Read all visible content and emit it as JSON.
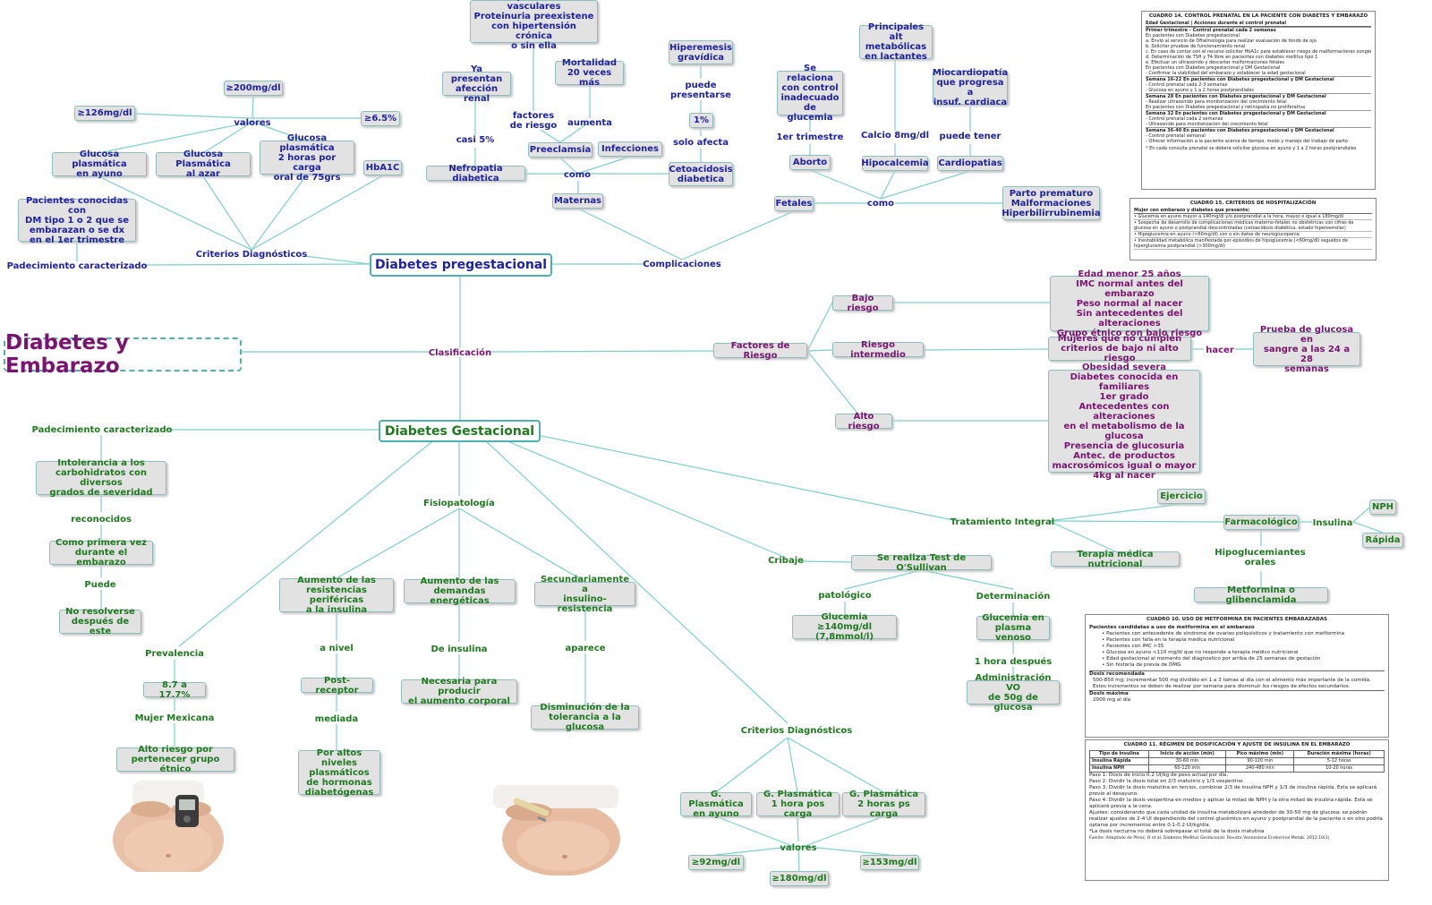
{
  "title": "Diabetes y Embarazo",
  "pre": {
    "title": "Diabetes pregestacional",
    "padecimiento": "Padecimiento caracterizado",
    "pacientes": "Pacientes conocidas con\nDM tipo 1 o 2 que se\nembarazan o se dx\nen el 1er trimestre",
    "criterios": "Criterios Diagnósticos",
    "glu_ayuno": "Glucosa plasmática\nen ayuno",
    "glu_azar": "Glucosa Plasmática\nal azar",
    "glu_2h": "Glucosa plasmática\n2 horas por carga\noral de 75grs",
    "hba1c": "HbA1C",
    "valores": "valores",
    "v126": "≥126mg/dl",
    "v200": "≥200mg/dl",
    "v65": "≥6.5%",
    "complicaciones": "Complicaciones",
    "maternas": "Maternas",
    "como1": "como",
    "nefropatia": "Nefropatia diabetica",
    "casi5": "casi 5%",
    "ya_presentan": "Ya presentan\nafección renal",
    "preeclampsia": "Preeclamsia",
    "factores": "factores\nde riesgo",
    "comp_vasc": "Complicaciones vasculares\nProteinuria preexistene\ncon hipertensión crónica\no sin ella",
    "aumenta": "aumenta",
    "mortalidad": "Mortalidad\n20 veces más",
    "infecciones": "Infecciones",
    "cetoacidosis": "Cetoacidosis\ndiabetica",
    "solo_afecta": "solo afecta",
    "uno_pct": "1%",
    "puede_presentarse": "puede\npresentarse",
    "hiperemesis": "Hiperemesis\ngravídica",
    "fetales": "Fetales",
    "como2": "como",
    "aborto": "Aborto",
    "trimestre1": "1er trimestre",
    "se_relaciona": "Se relaciona\ncon control\ninadecuado\nde glucemia",
    "hipocalcemia": "Hipocalcemia",
    "calcio": "Calcio 8mg/dl",
    "principales": "Principales alt\nmetabólicas\nen lactantes",
    "cardiopatias": "Cardiopatias",
    "puede_tener": "puede tener",
    "miocardiopatia": "Miocardiopatía\nque progresa a\ninsuf. cardiaca",
    "parto": "Parto prematuro\nMalformaciones\nHiperbilirrubinemia"
  },
  "clas": {
    "clasificacion": "Clasificación",
    "factores_riesgo": "Factores de Riesgo",
    "bajo": "Bajo riesgo",
    "bajo_desc": "Edad menor 25 años\nIMC normal antes del embarazo\nPeso normal al nacer\nSin antecedentes del alteraciones\nGrupo étnico con bajo riesgo",
    "intermedio": "Riesgo intermedio",
    "intermedio_desc": "Mujeres que no cumplen\ncriterios de bajo ni alto riesgo",
    "hacer": "hacer",
    "prueba": "Prueba de glucosa en\nsangre a las 24 a 28\nsemanas",
    "alto": "Alto riesgo",
    "alto_desc": "Obesidad severa\nDiabetes conocida en familiares\n1er grado\nAntecedentes con alteraciones\nen el metabolismo de la\nglucosa\nPresencia de glucosuria\nAntec. de productos\nmacrosómicos igual o mayor\n4kg al nacer"
  },
  "ges": {
    "title": "Diabetes Gestacional",
    "padecimiento": "Padecimiento caracterizado",
    "intolerancia": "Intolerancia a los\ncarbohidratos con diversos\ngrados de severidad",
    "reconocidos": "reconocidos",
    "primera_vez": "Como primera vez\ndurante el embarazo",
    "puede": "Puede",
    "no_resolverse": "No resolverse\ndespués de este",
    "prevalencia": "Prevalencia",
    "prev_val": "8.7 a 17.7%",
    "mujer_mex": "Mujer Mexicana",
    "alto_riesgo_etnico": "Alto riesgo por\npertenecer grupo étnico",
    "fisiopatologia": "Fisiopatología",
    "aumento_res": "Aumento de las\nresistencias periféricas\na la insulina",
    "a_nivel": "a nivel",
    "post_receptor": "Post-receptor",
    "mediada": "mediada",
    "altos_niveles": "Por altos niveles\nplasmáticos\nde hormonas\ndiabetógenas",
    "aumento_dem": "Aumento de las\ndemandas energéticas",
    "de_insulina": "De insulina",
    "necesaria": "Necesaria para producir\nel aumento corporal",
    "secundariamente": "Secundariamente a\ninsulino-resistencia",
    "aparece": "aparece",
    "disminucion": "Disminución de la\ntolerancia a la glucosa",
    "criterios": "Criterios Diagnósticos",
    "g_ayuno": "G. Plasmática\nen ayuno",
    "g_1h": "G. Plasmática\n1 hora pos carga",
    "g_2h": "G. Plasmática\n2 horas ps carga",
    "valores": "valores",
    "v92": "≥92mg/dl",
    "v180": "≥180mg/dl",
    "v153": "≥153mg/dl",
    "cribaje": "Cribaje",
    "osullivan": "Se realiza Test de O'Sullivan",
    "patologico": "patológico",
    "glucemia140": "Glucemia ≥140mg/dl\n(7,8mmol/l)",
    "determinacion": "Determinación",
    "glucemia_plasma": "Glucemia en\nplasma venoso",
    "una_hora": "1 hora después",
    "administracion": "Administración VO\nde 50g de glucosa",
    "tratamiento": "Tratamiento Integral",
    "ejercicio": "Ejercicio",
    "terapia": "Terapia médica nutricional",
    "farmacologico": "Farmacológico",
    "insulina": "Insulina",
    "nph": "NPH",
    "rapida": "Rápida",
    "hipoglucemiantes": "Hipoglucemiantes\norales",
    "metformina": "Metformina o glibenclamida"
  },
  "docs": {
    "cuadro14": {
      "title": "CUADRO 14. CONTROL PRENATAL EN LA PACIENTE CON DIABETES Y EMBARAZO",
      "header": [
        "Edad Gestacional",
        "Acciones durante el control prenatal"
      ],
      "rows": [
        [
          "Primer trimestre",
          "- Control prenatal cada 2 semanas"
        ],
        [
          "",
          "En pacientes con Diabetes pregestacional"
        ],
        [
          "",
          "a. Envió al servicio de Oftalmología para realizar evaluación de fondo de ojo"
        ],
        [
          "",
          "b. Solicitar pruebas de funcionamiento renal"
        ],
        [
          "",
          "c. En caso de contar con el recurso solicitar HbA1c para establecer riesgo de malformaciones congénitas"
        ],
        [
          "",
          "d. Determinación de TSH y T4 libre en pacientes con diabetes mellitus tipo 1"
        ],
        [
          "",
          "e. Efectuar un ultrasonido y descartar malformaciones fetales"
        ],
        [
          "",
          "En pacientes con Diabetes pregestacional y DM Gestacional"
        ],
        [
          "",
          "- Confirmar la viabilidad del embarazo y establecer la edad gestacional"
        ],
        [
          "Semana 16-22",
          "En pacientes con Diabetes pregestacional y DM Gestacional"
        ],
        [
          "",
          "- Control prenatal cada 2-3 semanas"
        ],
        [
          "",
          "- Glucosa en ayuno y 1 a 2 horas postprandiales"
        ],
        [
          "Semana 28",
          "En pacientes con Diabetes pregestacional y DM Gestacional"
        ],
        [
          "",
          "- Realizar ultrasonido para monitorización del crecimiento fetal"
        ],
        [
          "",
          "En pacientes con Diabetes pregestacional y retinopatía no proliferativa"
        ],
        [
          "Semana 32",
          "En pacientes con Diabetes pregestacional y DM Gestacional"
        ],
        [
          "",
          "- Control prenatal cada 2 semanas"
        ],
        [
          "",
          "- Ultrasonido para monitorización del crecimiento fetal"
        ],
        [
          "Semana 36-40",
          "En pacientes con Diabetes pregestacional y DM Gestacional"
        ],
        [
          "",
          "- Control prenatal semanal"
        ],
        [
          "",
          "- Ofrecer información a la paciente acerca de tiempo, modo y manejo del trabajo de parto"
        ]
      ],
      "footnote": "* En cada consulta prenatal se deberá solicitar glucosa en ayuno y 1 a 2 horas postprandiales"
    },
    "cuadro15": {
      "title": "CUADRO 15. CRITERIOS DE HOSPITALIZACIÓN",
      "header": "Mujer con embarazo y diabetes que presente:",
      "items": [
        "Glucemia en ayuno mayor a 140mg/dl y/o postprandial a la hora, mayor o igual a 180mg/dl",
        "Sospecha de desarrollo de complicaciones médicas materno-fetales no obstétricas con cifras de glucosa en ayuno o postprandial descontroladas (cetoacidosis diabética, estado hiperosmolar)",
        "Hipoglucemia en ayuno (<60mg/dl) con o sin datos de neuroglucopenia",
        "Inestabilidad metabólica manifestada por episodios de hipoglucemia (<60mg/dl) seguidos de hiperglucemia postprandial (>300mg/dl)"
      ]
    },
    "cuadro10": {
      "title": "CUADRO 10. USO DE METFORMINA EN PACIENTES EMBARAZADAS",
      "h1": "Pacientes candidatas a uso de metformina en el embarazo",
      "items": [
        "Pacientes con antecedente de síndrome de ovarios poliquísticos y tratamiento con metformina",
        "Pacientes con falla en la terapia médica nutricional",
        "Pacientes con IMC >35",
        "Glucosa en ayuno <110 mg/dl que no responde a terapia médico nutricional",
        "Edad gestacional al momento del diagnostico por arriba de 25 semanas de gestación",
        "Sin historia de previa de DMG"
      ],
      "h2": "Dosis recomendada",
      "dosis": "500-850 mg; incrementar 500 mg dividido en 1 a 3 tomas al día con el alimento más importante de la comida. Estos incrementos se deben de realizar por semana para disminuir los riesgos de efectos secundarios.",
      "h3": "Dosis máxima",
      "maxima": "2000 mg al día"
    },
    "cuadro11": {
      "title": "CUADRO 11. RÉGIMEN DE DOSIFICACIÓN Y AJUSTE DE INSULINA EN EL EMBARAZO",
      "header": [
        "Tipo de insulina",
        "Inicio de acción (min)",
        "Pico máximo (min)",
        "Duración máxima (horas)"
      ],
      "rows": [
        [
          "Insulina Rápida",
          "30-60 min",
          "90-120 min",
          "5-12 horas"
        ],
        [
          "Insulina NPH",
          "60-120 min",
          "240-480 min",
          "10-20 horas"
        ]
      ],
      "pasos": [
        "Paso 1: Dosis de inicio 0.2 UI/kg de peso actual por día.",
        "Paso 2: Dividir la dosis total en 2/3 matutino y 1/3 vespertino.",
        "Paso 3: Dividir la dosis matutina en tercios, combinar 2/3 de insulina NPH y 1/3 de insulina rápida. Esta se aplicará previo al desayuno.",
        "Paso 4: Dividir la dosis vespertina en medios y aplicar la mitad de NPH y la otra mitad de insulina rápida. Está se aplicará previa a la cena.",
        "Ajustes: considerando que cada unidad de insulina metabolizará alrededor de 30-50 mg de glucosa, se podrán realizar ajustes de 2-4 UI dependiendo del control glucémico en ayuno y postprandial de la paciente o en otro podría optarse por incrementos entre 0.1-0.2 UI/kg/día.",
        "*La dosis nocturna no deberá sobrepasar el total de la dosis matutina"
      ],
      "source": "Fuente: Adaptado de Pérez, O et al. Diabetes Mellitus Gestacional. Revista Venezolana Endocrinol Metab. 2012;10(1)"
    }
  }
}
